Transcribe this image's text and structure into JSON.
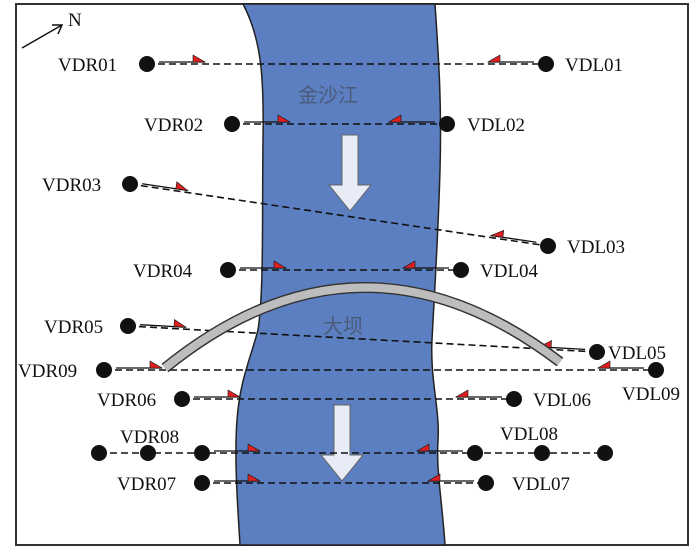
{
  "north_label": "N",
  "river_label": "金沙江",
  "dam_label": "大坝",
  "colors": {
    "river": "#5b7fc0",
    "dam": "#bdbdbd",
    "flag": "#e02020"
  },
  "profiles": [
    {
      "left": "VDR01",
      "right": "VDL01"
    },
    {
      "left": "VDR02",
      "right": "VDL02"
    },
    {
      "left": "VDR03",
      "right": "VDL03"
    },
    {
      "left": "VDR04",
      "right": "VDL04"
    },
    {
      "left": "VDR05",
      "right": "VDL05"
    },
    {
      "left": "VDR09",
      "right": "VDL09"
    },
    {
      "left": "VDR06",
      "right": "VDL06"
    },
    {
      "left": "VDR08",
      "right": "VDL08"
    },
    {
      "left": "VDR07",
      "right": "VDL07"
    }
  ]
}
